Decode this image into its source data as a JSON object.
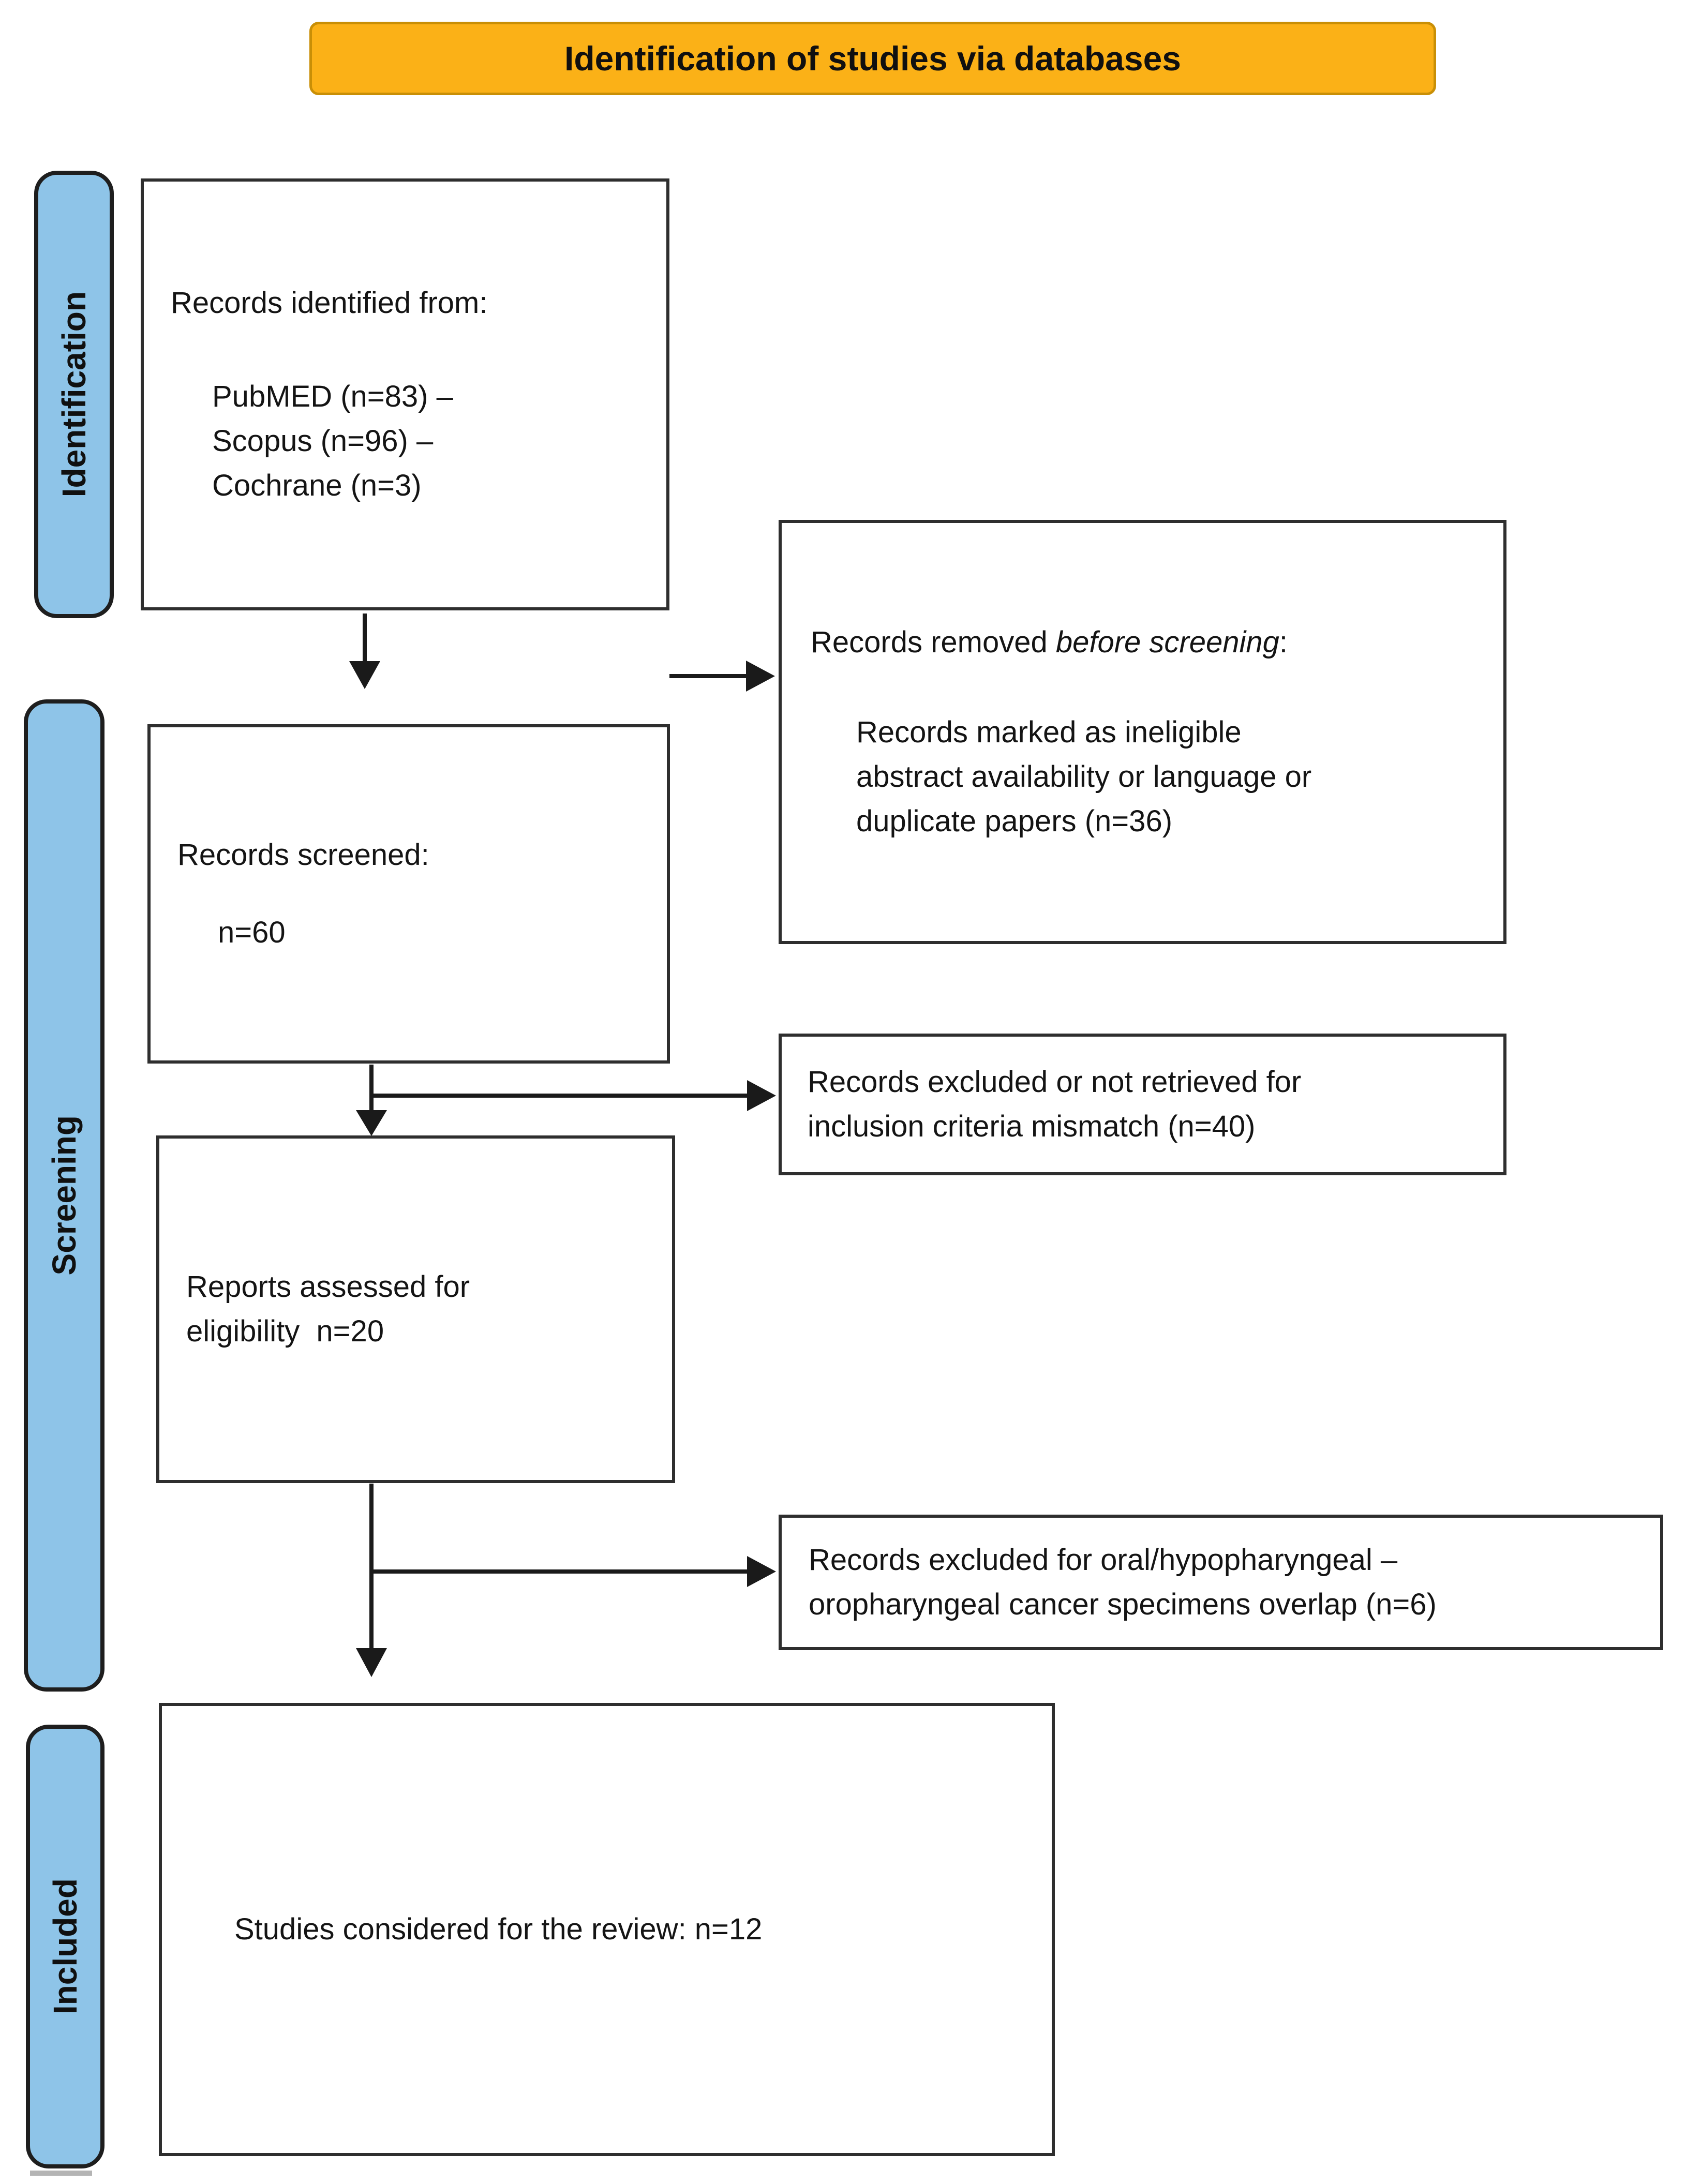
{
  "diagram": {
    "banner": {
      "title": "Identification of studies via databases"
    },
    "stages": [
      {
        "label": "Identification"
      },
      {
        "label": "Screening"
      },
      {
        "label": "Included"
      }
    ],
    "boxes": {
      "identified": {
        "title": "Records identified from:",
        "sources": [
          "PubMED (n=83) –",
          "Scopus (n=96) –",
          "Cochrane (n=3)"
        ]
      },
      "removed_before_screening": {
        "title_prefix": "Records removed ",
        "title_italic": "before screening",
        "title_suffix": ":",
        "lines": [
          "Records marked as ineligible",
          "abstract availability or language or",
          "duplicate papers (n=36)"
        ]
      },
      "screened": {
        "title": "Records screened:",
        "count": "n=60"
      },
      "excluded_not_retrieved": {
        "lines": [
          "Records excluded or not retrieved for",
          "inclusion criteria mismatch (n=40)"
        ]
      },
      "assessed": {
        "lines": [
          "Reports assessed for",
          "eligibility  n=20"
        ]
      },
      "excluded_overlap": {
        "lines": [
          "Records excluded for oral/hypopharyngeal –",
          "oropharyngeal cancer specimens overlap (n=6)"
        ]
      },
      "included_studies": {
        "text": "Studies considered for the review: n=12"
      }
    },
    "counts": {
      "pubmed": 83,
      "scopus": 96,
      "cochrane": 3,
      "removed_before_screening": 36,
      "screened": 60,
      "excluded_inclusion_mismatch": 40,
      "assessed_eligibility": 20,
      "excluded_specimens_overlap": 6,
      "included_review": 12
    },
    "colors": {
      "banner_bg": "#FBB117",
      "banner_border": "#C98F06",
      "stage_bg": "#8EC4E8",
      "stage_border": "#1E1E1E",
      "box_border": "#2E2E2E",
      "arrow": "#1A1A1A",
      "text": "#141414"
    }
  }
}
